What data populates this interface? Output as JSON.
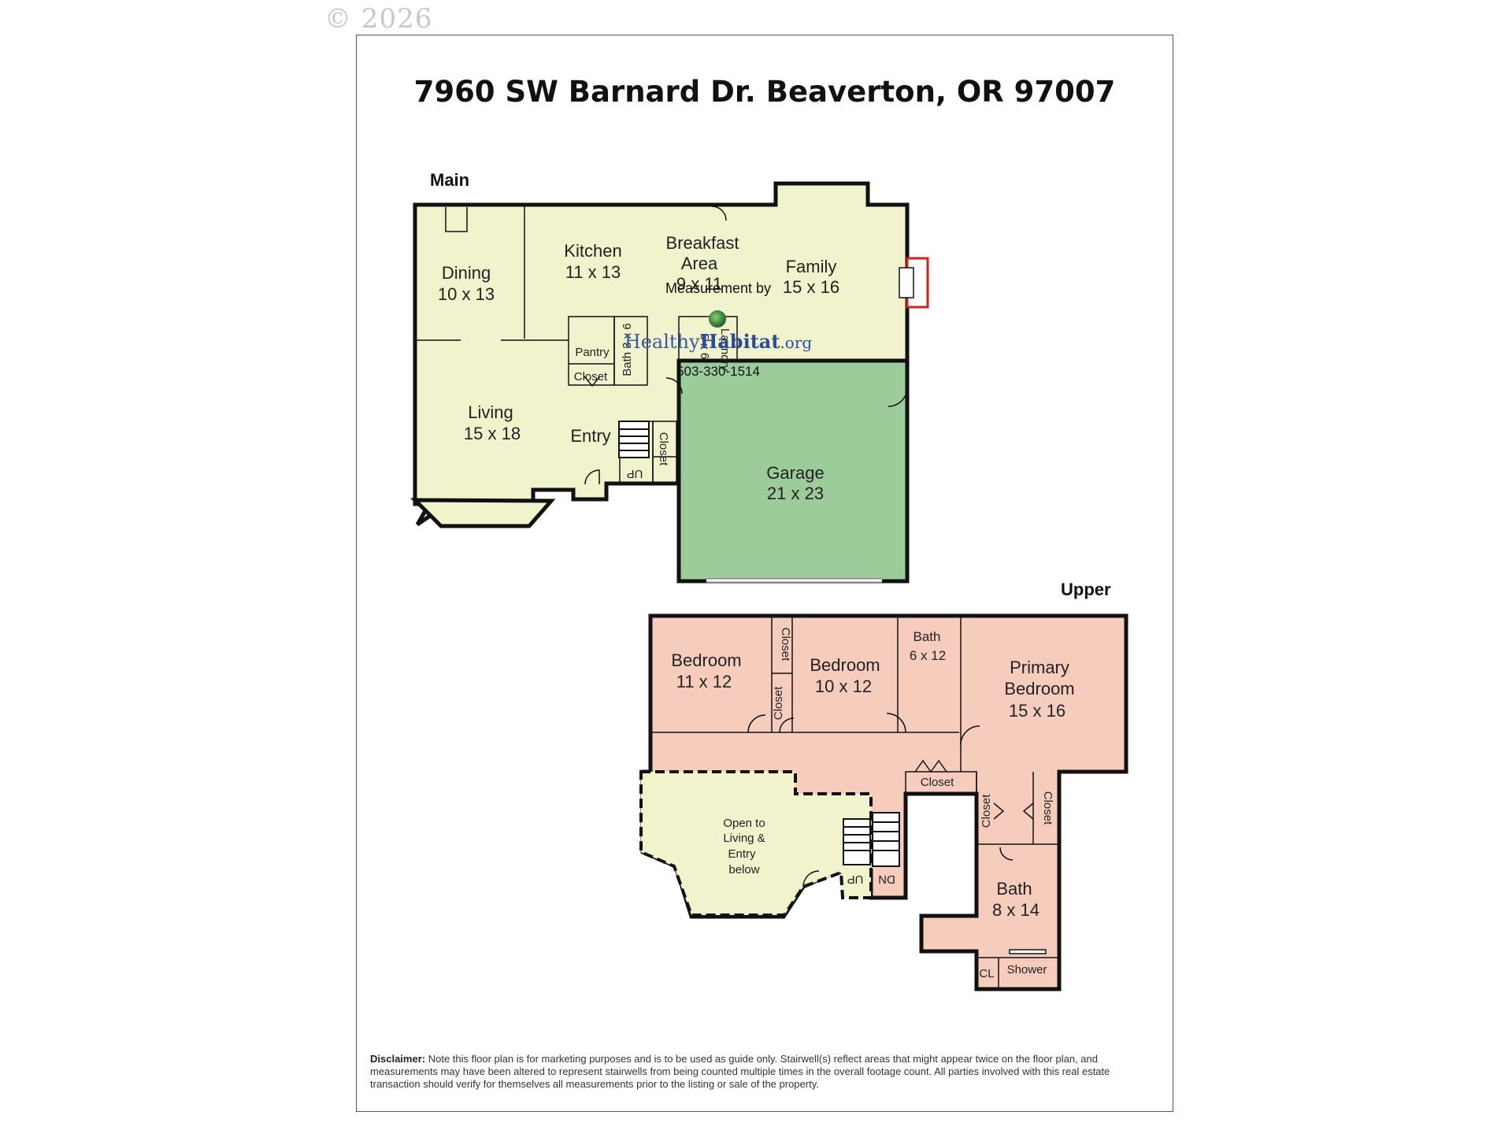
{
  "copyright": "© 2026",
  "title": "7960 SW Barnard Dr. Beaverton, OR 97007",
  "floors": {
    "main": {
      "label": "Main",
      "rooms": {
        "dining": {
          "name": "Dining",
          "size": "10 x 13"
        },
        "kitchen": {
          "name": "Kitchen",
          "size": "11 x 13"
        },
        "breakfast": {
          "name1": "Breakfast",
          "name2": "Area",
          "size": "9 x 11"
        },
        "family": {
          "name": "Family",
          "size": "15 x 16"
        },
        "pantry": {
          "name": "Pantry"
        },
        "closet_a": {
          "name": "Closet"
        },
        "bath": {
          "name": "Bath 3 x 6"
        },
        "laundry": {
          "name": "Laundry",
          "size": "5 x 6"
        },
        "living": {
          "name": "Living",
          "size": "15 x 18"
        },
        "entry": {
          "name": "Entry"
        },
        "closet_b": {
          "name": "Closet"
        },
        "up": "UP",
        "garage": {
          "name": "Garage",
          "size": "21 x 23"
        }
      }
    },
    "upper": {
      "label": "Upper",
      "rooms": {
        "bedroom1": {
          "name": "Bedroom",
          "size": "11 x 12"
        },
        "closet1": {
          "name": "Closet"
        },
        "closet2": {
          "name": "Closet"
        },
        "bedroom2": {
          "name": "Bedroom",
          "size": "10 x 12"
        },
        "bath1": {
          "name": "Bath",
          "size": "6 x 12"
        },
        "primary": {
          "name1": "Primary",
          "name2": "Bedroom",
          "size": "15 x 16"
        },
        "closet3": {
          "name": "Closet"
        },
        "closet4": {
          "name": "Closet"
        },
        "closet5": {
          "name": "Closet"
        },
        "open": {
          "line1": "Open to",
          "line2": "Living &",
          "line3": "Entry",
          "line4": "below"
        },
        "up": "UP",
        "dn": "DN",
        "bath2": {
          "name": "Bath",
          "size": "8 x 14"
        },
        "cl": "CL",
        "shower": "Shower"
      }
    }
  },
  "measurement": {
    "by": "Measurement by",
    "logo_part1": "Healthy",
    "logo_part2": "Habitat",
    "logo_tld": ".org",
    "phone": "503-330-1514"
  },
  "disclaimer": {
    "label": "Disclaimer:",
    "text": "Note this floor plan is for marketing purposes and is to be used as guide only.  Stairwell(s) reflect areas that might appear twice on the floor plan, and measurements may have been altered to represent stairwells from being counted multiple times in the overall footage count.  All parties involved with this real estate transaction should verify for themselves all measurements prior to the listing or sale of the property."
  },
  "colors": {
    "main_floor": "#f1f3cc",
    "garage": "#9ccc9a",
    "upper_floor": "#f6cdbd",
    "open_area": "#f1f3cc",
    "wall": "#111111",
    "fireplace": "#cc2222"
  }
}
